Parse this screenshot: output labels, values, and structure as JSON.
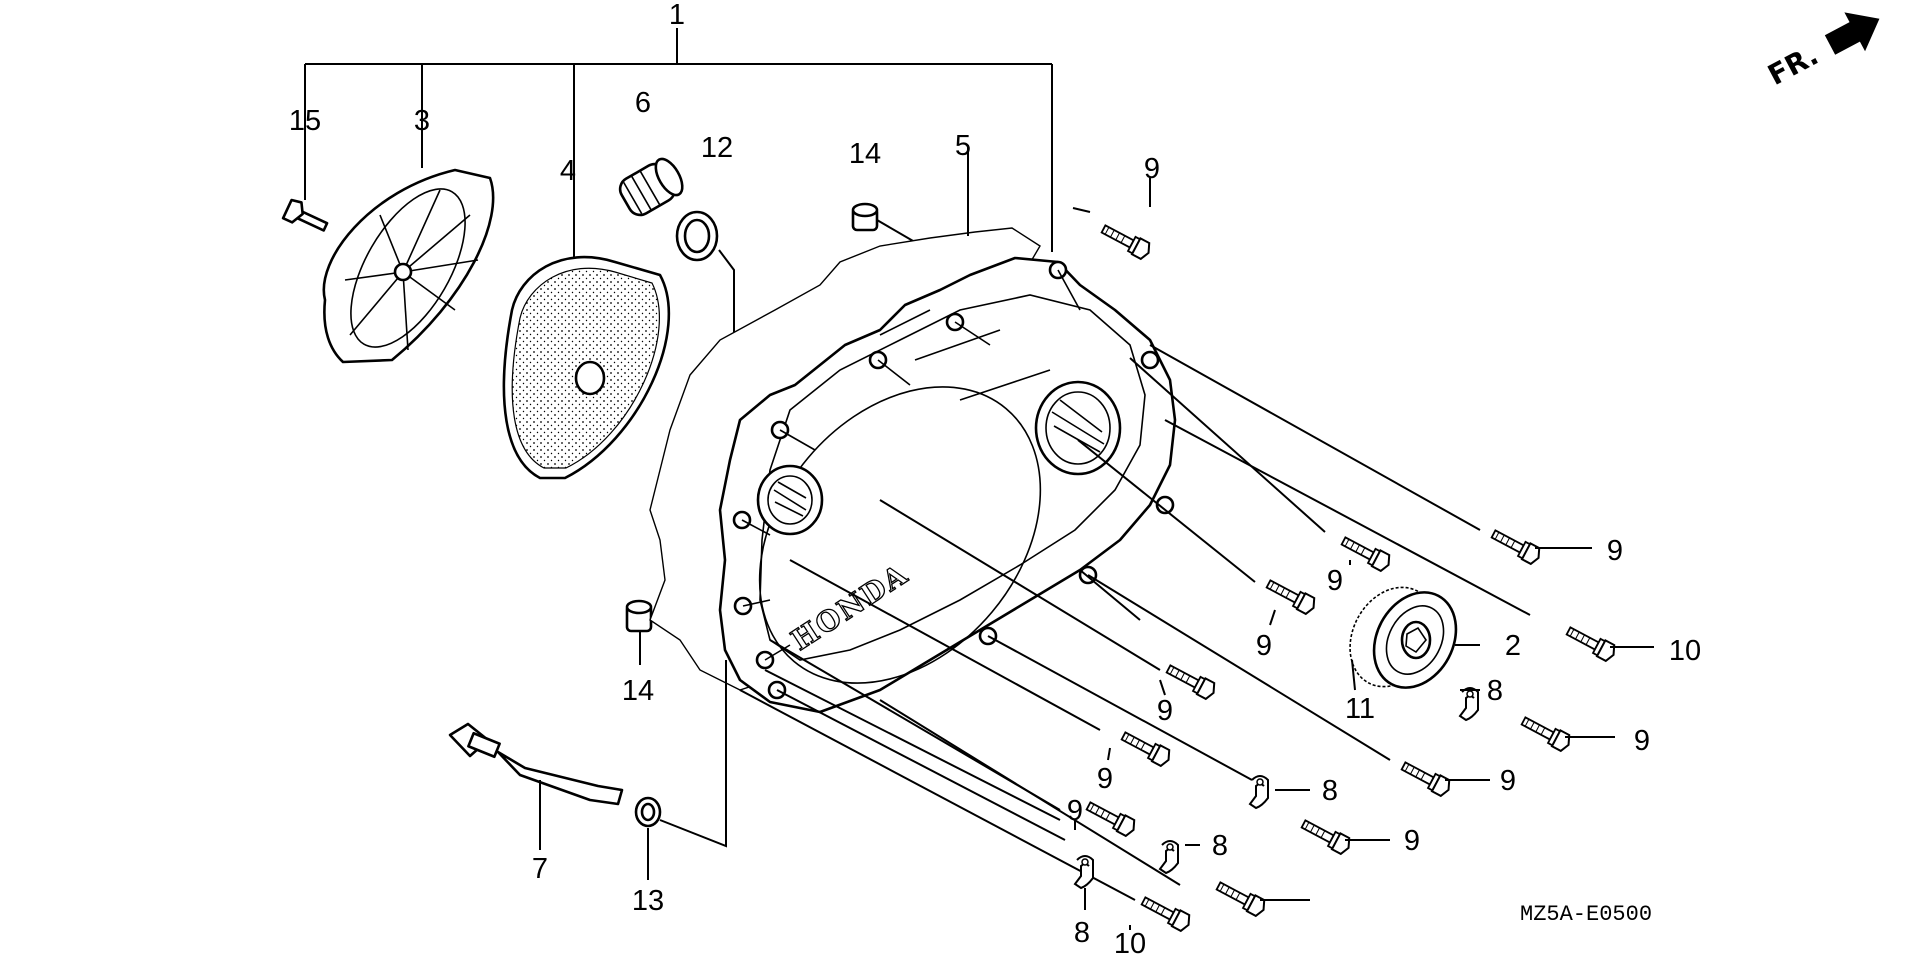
{
  "diagram": {
    "callouts": [
      "1",
      "15",
      "3",
      "4",
      "6",
      "12",
      "14",
      "5",
      "9",
      "9",
      "9",
      "10",
      "9",
      "2",
      "11",
      "8",
      "9",
      "9",
      "9",
      "8",
      "9",
      "8",
      "9",
      "9",
      "14",
      "7",
      "13",
      "8",
      "10"
    ],
    "code": "MZ5A-E0500",
    "direction": "FR."
  }
}
